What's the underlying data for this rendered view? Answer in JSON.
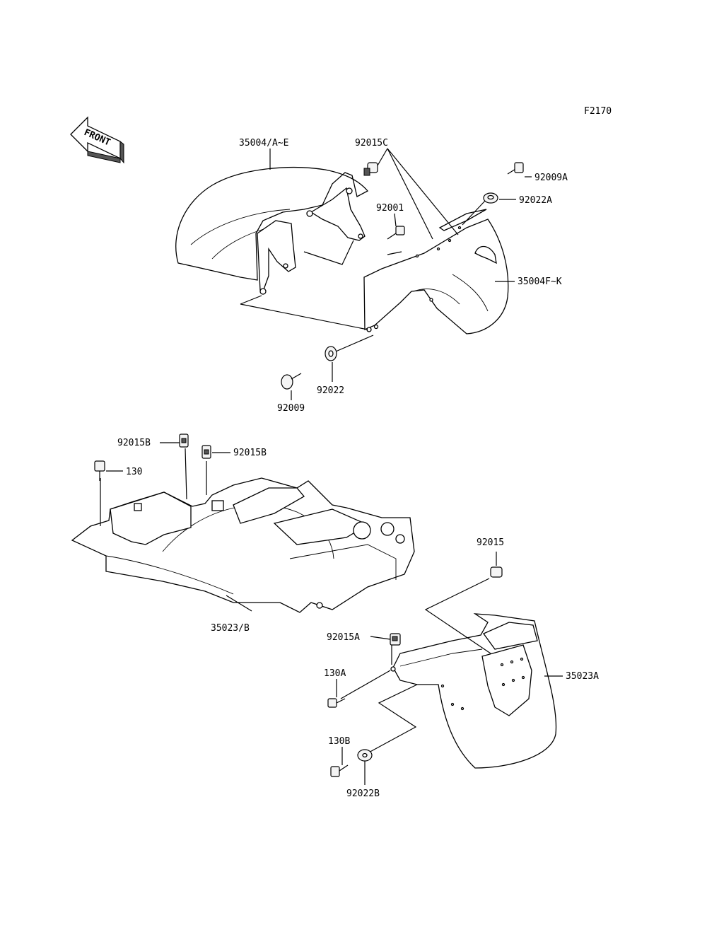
{
  "figure_code": "F2170",
  "front_label": "FRONT",
  "labels": {
    "l35004AE": "35004/A~E",
    "l92015C": "92015C",
    "l92009A": "92009A",
    "l92022A": "92022A",
    "l92001": "92001",
    "l35004FK": "35004F~K",
    "l92022": "92022",
    "l92009": "92009",
    "l92015B_1": "92015B",
    "l92015B_2": "92015B",
    "l130": "130",
    "l35023B": "35023/B",
    "l92015": "92015",
    "l92015A": "92015A",
    "l130A": "130A",
    "l35023A": "35023A",
    "l130B": "130B",
    "l92022B": "92022B"
  }
}
